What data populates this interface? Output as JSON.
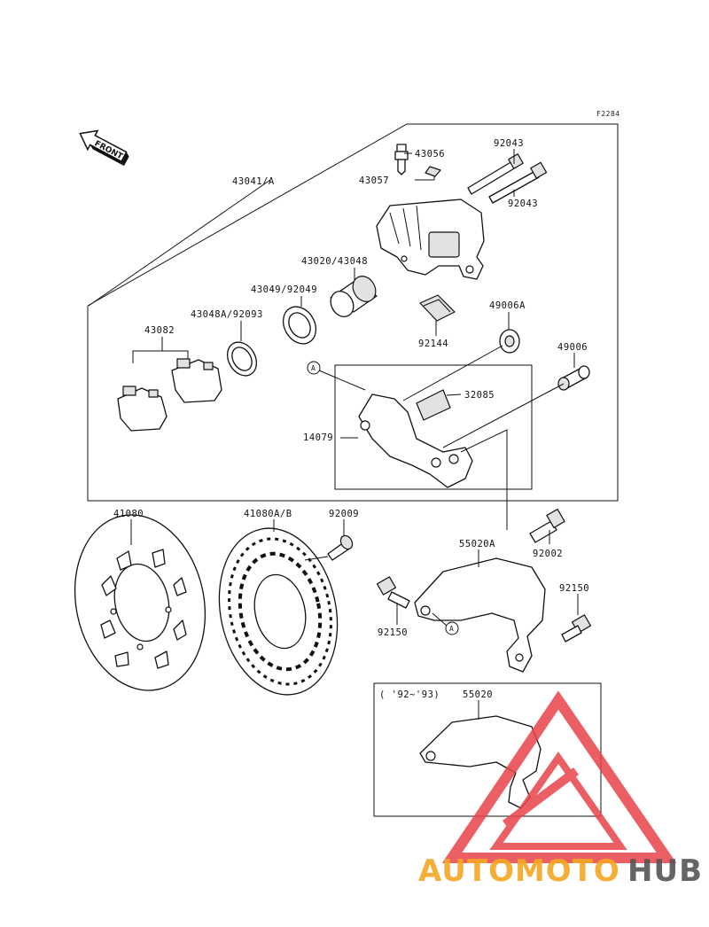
{
  "ref_code": "F2284",
  "front_label": "FRONT",
  "parts": {
    "p43041": "43041/A",
    "p43056": "43056",
    "p43057": "43057",
    "p92043a": "92043",
    "p92043b": "92043",
    "p43020": "43020/43048",
    "p43049": "43049/92049",
    "p43048a": "43048A/92093",
    "p43082": "43082",
    "p92144": "92144",
    "p49006a": "49006A",
    "p49006": "49006",
    "p32085": "32085",
    "p14079": "14079",
    "p41080": "41080",
    "p41080ab": "41080A/B",
    "p92009": "92009",
    "p55020a": "55020A",
    "p92002": "92002",
    "p92150a": "92150",
    "p92150b": "92150",
    "p55020": "55020"
  },
  "callout_a": "A",
  "year_note": "( '92~'93)",
  "watermark": {
    "word1": "AUTOMOTO",
    "word2": "HUB",
    "color_red": "#e8444a",
    "color_orange": "#f5a623",
    "color_grey": "#555555"
  }
}
